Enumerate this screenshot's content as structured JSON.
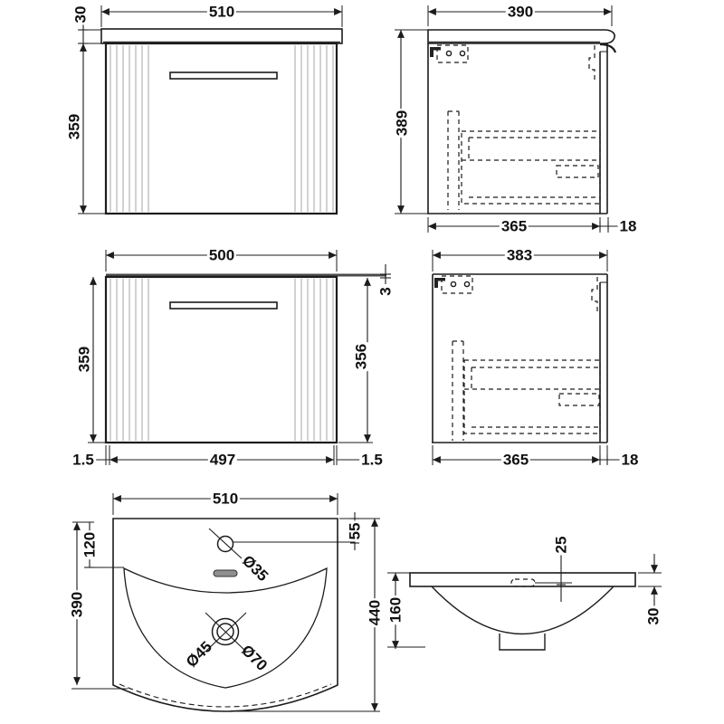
{
  "drawing": {
    "front_view_top": {
      "width": "510",
      "worktop_height": "30",
      "cabinet_height": "359"
    },
    "side_view_top": {
      "depth": "390",
      "height": "389",
      "cabinet_depth": "365",
      "overhang": "18"
    },
    "front_view_middle": {
      "width": "500",
      "height_left": "359",
      "worktop_thickness": "3",
      "height_right": "356",
      "gap_left": "1.5",
      "drawer_front_width": "497",
      "gap_right": "1.5"
    },
    "side_view_middle": {
      "depth": "383",
      "cabinet_depth": "365",
      "overhang": "18"
    },
    "basin_plan_view": {
      "width": "510",
      "tap_to_bowl": "120",
      "depth": "390",
      "tap_centre": "55",
      "total_depth": "440",
      "tap_hole_dia": "Ø35",
      "waste_dia_inner": "Ø45",
      "waste_dia_outer": "Ø70"
    },
    "basin_front_view": {
      "overflow_depth": "25",
      "bowl_depth": "160",
      "rim_thickness": "30"
    }
  }
}
